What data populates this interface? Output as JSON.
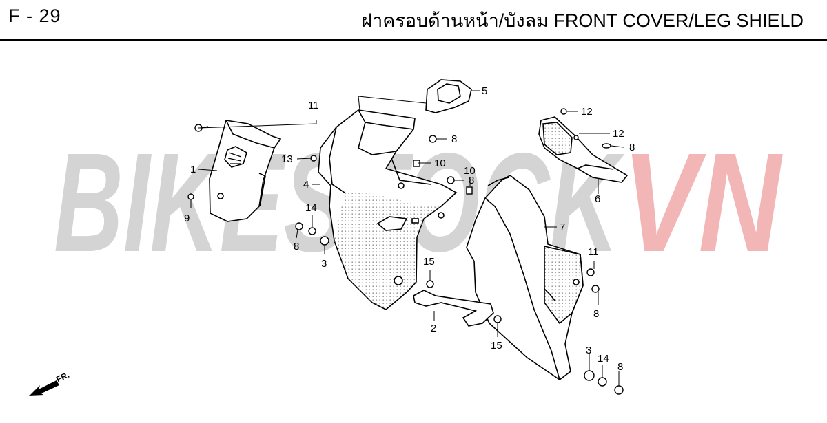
{
  "header": {
    "page_code": "F - 29",
    "title": "ฝาครอบด้านหน้า/บังลม  FRONT COVER/LEG SHIELD"
  },
  "watermark": {
    "brand_left": "BIKESTOCK",
    "brand_right": "VN",
    "color_left": "#d4d4d4",
    "color_right": "#f3b6b6"
  },
  "direction_indicator": {
    "label": "FR."
  },
  "callouts": {
    "c1": "1",
    "c2": "2",
    "c3a": "3",
    "c3b": "3",
    "c4": "4",
    "c5": "5",
    "c6": "6",
    "c7": "7",
    "c8a": "8",
    "c8b": "8",
    "c8c": "8",
    "c8d": "8",
    "c8e": "8",
    "c8f": "8",
    "c9": "9",
    "c10a": "10",
    "c10b": "10",
    "c11a": "11",
    "c11b": "11",
    "c12a": "12",
    "c12b": "12",
    "c13": "13",
    "c14a": "14",
    "c14b": "14",
    "c15a": "15",
    "c15b": "15"
  }
}
